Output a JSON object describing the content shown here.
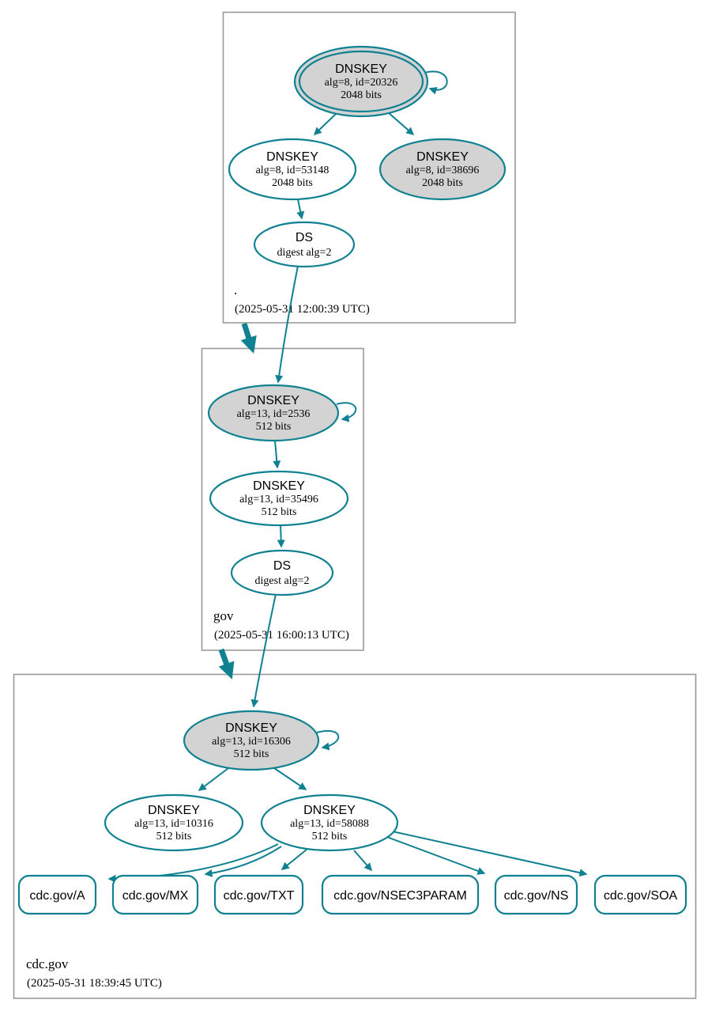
{
  "colors": {
    "edge": "#0f8191",
    "ksk_fill": "#d3d3d3",
    "node_fill": "#ffffff",
    "cluster_border": "#999999",
    "text": "#000000"
  },
  "zones": {
    "root": {
      "label": ".",
      "timestamp": "(2025-05-31 12:00:39 UTC)"
    },
    "gov": {
      "label": "gov",
      "timestamp": "(2025-05-31 16:00:13 UTC)"
    },
    "cdc": {
      "label": "cdc.gov",
      "timestamp": "(2025-05-31 18:39:45 UTC)"
    }
  },
  "nodes": {
    "root_ksk": {
      "title": "DNSKEY",
      "detail": "alg=8, id=20326",
      "size": "2048 bits"
    },
    "root_zsk": {
      "title": "DNSKEY",
      "detail": "alg=8, id=53148",
      "size": "2048 bits"
    },
    "root_standby": {
      "title": "DNSKEY",
      "detail": "alg=8, id=38696",
      "size": "2048 bits"
    },
    "root_ds": {
      "title": "DS",
      "detail": "digest alg=2"
    },
    "gov_ksk": {
      "title": "DNSKEY",
      "detail": "alg=13, id=2536",
      "size": "512 bits"
    },
    "gov_zsk": {
      "title": "DNSKEY",
      "detail": "alg=13, id=35496",
      "size": "512 bits"
    },
    "gov_ds": {
      "title": "DS",
      "detail": "digest alg=2"
    },
    "cdc_ksk": {
      "title": "DNSKEY",
      "detail": "alg=13, id=16306",
      "size": "512 bits"
    },
    "cdc_standby": {
      "title": "DNSKEY",
      "detail": "alg=13, id=10316",
      "size": "512 bits"
    },
    "cdc_zsk": {
      "title": "DNSKEY",
      "detail": "alg=13, id=58088",
      "size": "512 bits"
    }
  },
  "rrsets": [
    {
      "label": "cdc.gov/A"
    },
    {
      "label": "cdc.gov/MX"
    },
    {
      "label": "cdc.gov/TXT"
    },
    {
      "label": "cdc.gov/NSEC3PARAM"
    },
    {
      "label": "cdc.gov/NS"
    },
    {
      "label": "cdc.gov/SOA"
    }
  ]
}
